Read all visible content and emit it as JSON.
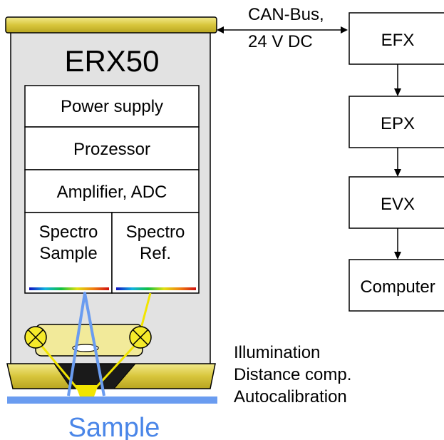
{
  "device": {
    "title": "ERX50",
    "modules": [
      "Power supply",
      "Prozessor",
      "Amplifier, ADC"
    ],
    "spectro_sample": [
      "Spectro",
      "Sample"
    ],
    "spectro_ref": [
      "Spectro",
      "Ref."
    ]
  },
  "bus_label": [
    "CAN-Bus,",
    "24 V DC"
  ],
  "chain": [
    "EFX",
    "EPX",
    "EVX",
    "Computer"
  ],
  "notes": [
    "Illumination",
    "Distance comp.",
    "Autocalibration"
  ],
  "sample_label": "Sample",
  "colors": {
    "housing": "#e0e0e0",
    "gold": "#d4c23a",
    "gold_light": "#f0e880",
    "lamp": "#f5ea2a",
    "light_beam": "#f2e500",
    "sample_blue": "#6a9cf0",
    "sample_text": "#4a86e8"
  }
}
